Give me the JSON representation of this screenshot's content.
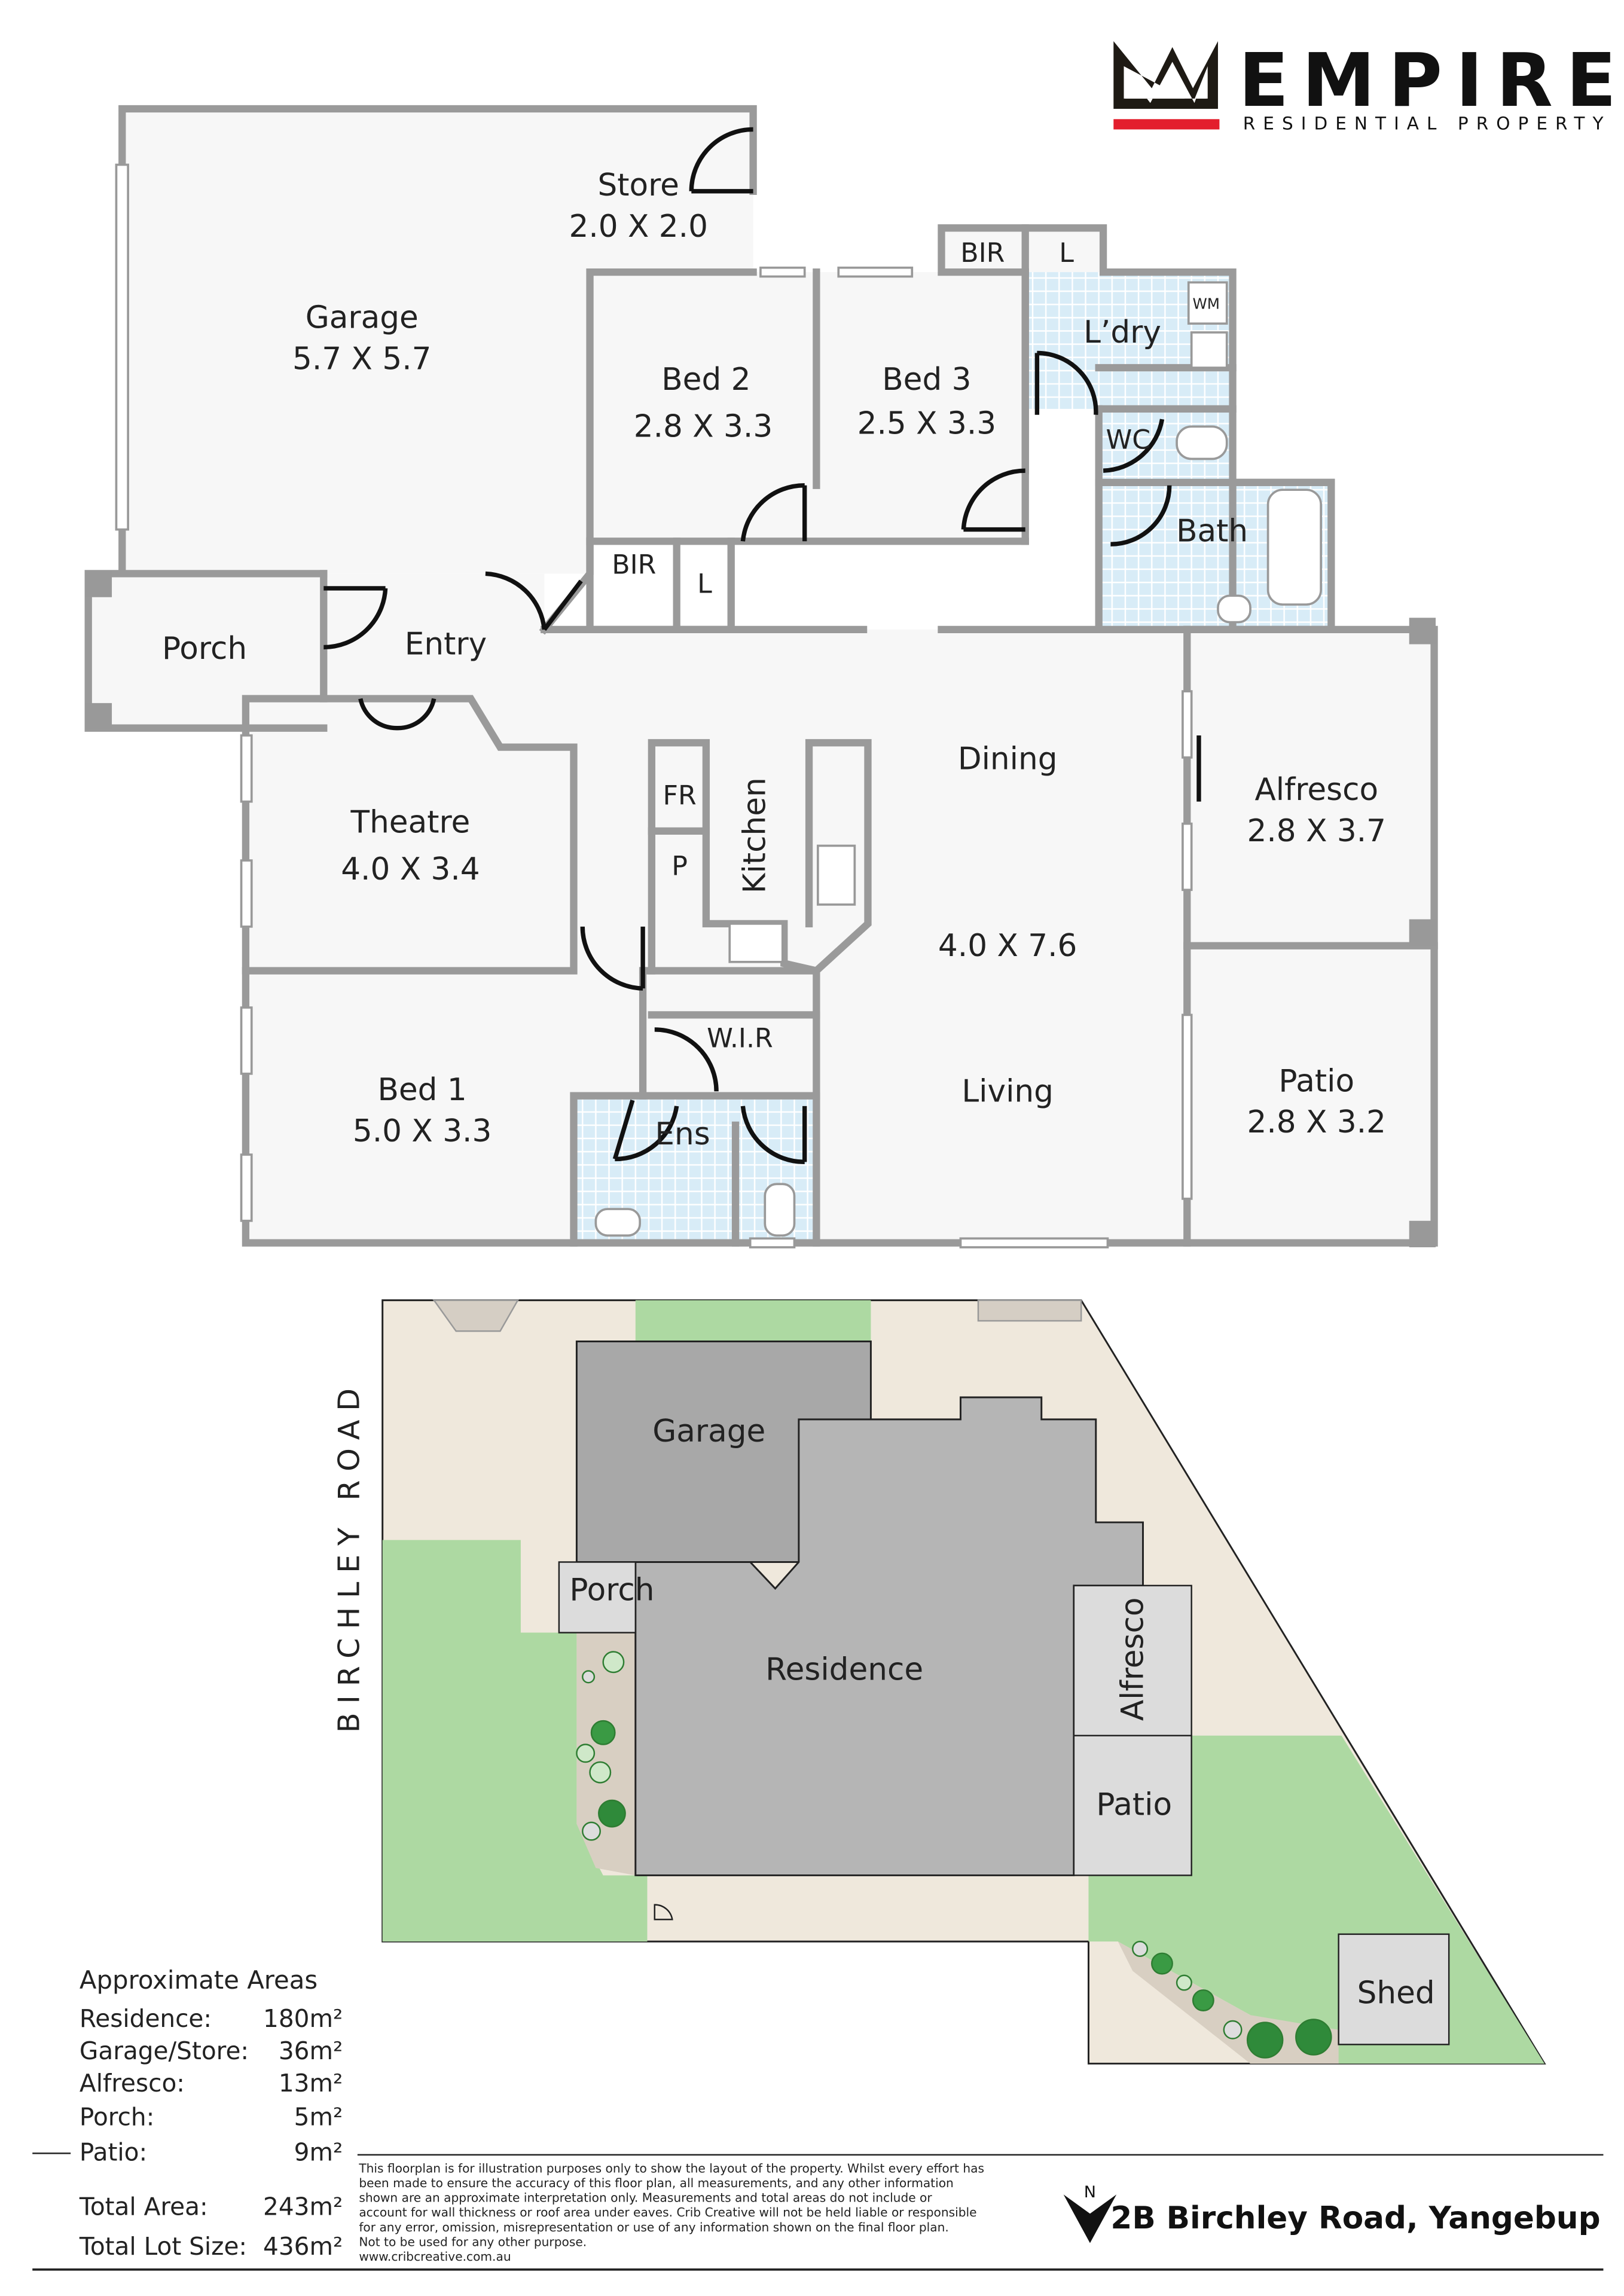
{
  "brand": {
    "name": "EMPIRE",
    "tagline": "RESIDENTIAL PROPERTY",
    "accent": "#e31e2d"
  },
  "floorplan": {
    "rooms": [
      {
        "name": "Store",
        "size": "2.0 X 2.0"
      },
      {
        "name": "Garage",
        "size": "5.7 X 5.7"
      },
      {
        "name": "Bed 2",
        "size": "2.8 X 3.3"
      },
      {
        "name": "Bed 3",
        "size": "2.5 X 3.3"
      },
      {
        "name": "BIR"
      },
      {
        "name": "L"
      },
      {
        "name": "L’dry"
      },
      {
        "name": "WM"
      },
      {
        "name": "WC"
      },
      {
        "name": "Bath"
      },
      {
        "name": "BIR"
      },
      {
        "name": "L"
      },
      {
        "name": "Porch"
      },
      {
        "name": "Entry"
      },
      {
        "name": "Theatre",
        "size": "4.0 X 3.4"
      },
      {
        "name": "FR"
      },
      {
        "name": "P"
      },
      {
        "name": "Kitchen"
      },
      {
        "name": "Dining"
      },
      {
        "name": "4.0 X 7.6"
      },
      {
        "name": "Living"
      },
      {
        "name": "Alfresco",
        "size": "2.8 X 3.7"
      },
      {
        "name": "Patio",
        "size": "2.8 X 3.2"
      },
      {
        "name": "Bed 1",
        "size": "5.0 X 3.3"
      },
      {
        "name": "W.I.R"
      },
      {
        "name": "Ens"
      }
    ]
  },
  "siteplan": {
    "street": "BIRCHLEY ROAD",
    "labels": [
      "Garage",
      "Porch",
      "Residence",
      "Alfresco",
      "Patio",
      "Shed"
    ]
  },
  "areas": {
    "title": "Approximate Areas",
    "rows": [
      {
        "label": "Residence:",
        "value": "180m²"
      },
      {
        "label": "Garage/Store:",
        "value": "36m²"
      },
      {
        "label": "Alfresco:",
        "value": "13m²"
      },
      {
        "label": "Porch:",
        "value": "5m²"
      },
      {
        "label": "Patio:",
        "value": "9m²"
      }
    ],
    "total_area_label": "Total Area:",
    "total_area": "243m²",
    "lot_label": "Total Lot Size:",
    "lot": "436m²"
  },
  "disclaimer": [
    "This floorplan is for illustration purposes only to show the layout of the property. Whilst every effort has",
    "been made to ensure the accuracy of this floor plan, all measurements, and any other information",
    "shown are an approximate interpretation only. Measurements and total areas do not include or",
    "account for wall thickness or roof area under eaves. Crib Creative will not be held liable or responsible",
    "for any error, omission, misrepresentation or use of any information shown on the final floor plan.",
    "Not to be used for any other purpose.",
    "www.cribcreative.com.au"
  ],
  "north": "N",
  "address": "2B Birchley Road, Yangebup"
}
